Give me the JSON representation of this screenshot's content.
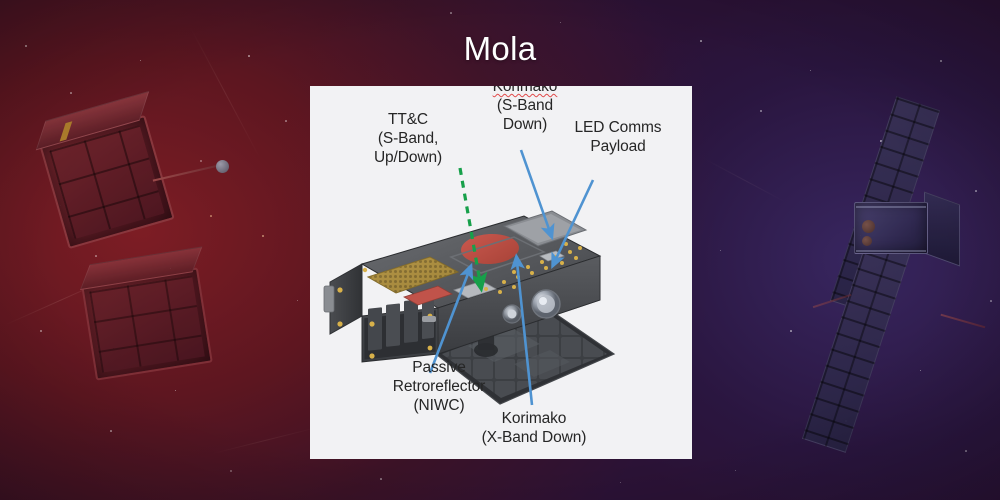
{
  "slide": {
    "title": "Mola",
    "background": {
      "description": "space scene with cubesats",
      "left_color": "#6d1b22",
      "right_color": "#2c1440"
    }
  },
  "panel": {
    "background_color": "#f2f2f4",
    "diagram_name": "mola-spacecraft-callout-diagram",
    "callouts": [
      {
        "id": "ttc",
        "text": "TT&C\n(S-Band,\nUp/Down)",
        "leader_color": "#21a84a",
        "leader_style": "dashed"
      },
      {
        "id": "korimako-s-band",
        "clipped_word": "Korimako",
        "text": "(S-Band\nDown)",
        "leader_color": "#5b9bd5",
        "leader_style": "solid"
      },
      {
        "id": "led-comms-payload",
        "text": "LED Comms\nPayload",
        "leader_color": "#5b9bd5",
        "leader_style": "solid"
      },
      {
        "id": "passive-retroreflector",
        "text": "Passive\nRetroreflector\n(NIWC)",
        "leader_color": "#5b9bd5",
        "leader_style": "solid"
      },
      {
        "id": "korimako-x-band",
        "text": "Korimako\n(X-Band Down)",
        "leader_color": "#5b9bd5",
        "leader_style": "solid"
      }
    ],
    "spacecraft": {
      "name": "mola-cubesat-render",
      "components": [
        "solar-panel",
        "patch-antenna",
        "retroreflector-array",
        "optical-lens",
        "star-tracker",
        "led-payload-module"
      ]
    }
  }
}
